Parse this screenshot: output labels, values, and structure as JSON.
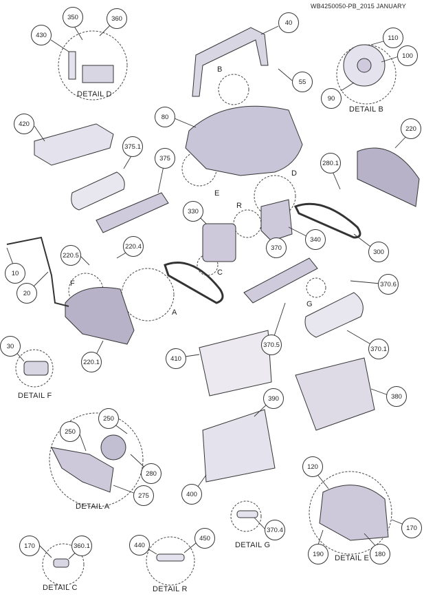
{
  "doc_id": "WB4250050-PB_2015 JANUARY",
  "callouts": [
    "350",
    "360",
    "430",
    "40",
    "110",
    "100",
    "90",
    "55",
    "80",
    "420",
    "375.1",
    "375",
    "220",
    "280.1",
    "330",
    "340",
    "300",
    "10",
    "220.5",
    "220.4",
    "20",
    "370",
    "370.6",
    "30",
    "220.1",
    "410",
    "370.5",
    "370.1",
    "250",
    "390",
    "380",
    "250",
    "280",
    "275",
    "400",
    "120",
    "170",
    "360.1",
    "440",
    "450",
    "370.4",
    "190",
    "180",
    "170"
  ],
  "letters": [
    "B",
    "D",
    "E",
    "R",
    "C",
    "F",
    "A",
    "G"
  ],
  "details": [
    "DETAIL D",
    "DETAIL B",
    "DETAIL F",
    "DETAIL A",
    "DETAIL G",
    "DETAIL E",
    "DETAIL C",
    "DETAIL R"
  ]
}
